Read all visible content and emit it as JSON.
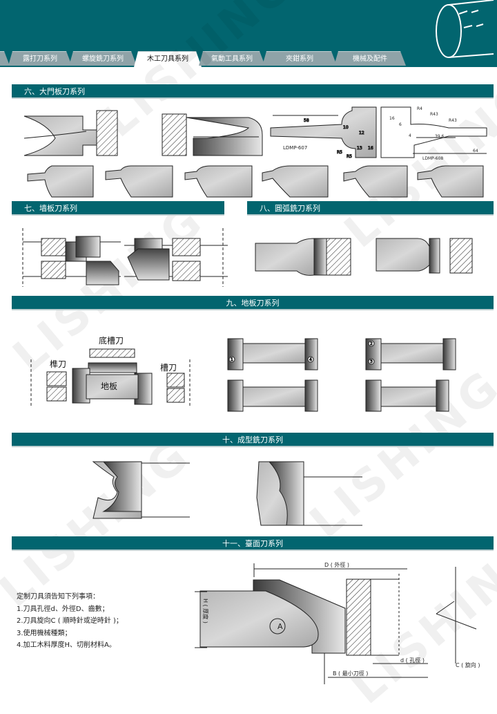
{
  "tabs": [
    {
      "label": "露打刀系列"
    },
    {
      "label": "螺旋銑刀系列"
    },
    {
      "label": "木工刀具系列",
      "active": true
    },
    {
      "label": "氣動工具系列"
    },
    {
      "label": "夾鉗系列"
    },
    {
      "label": "機械及配件"
    }
  ],
  "sections": {
    "s6": "六、大門板刀系列",
    "s7": "七、墙板刀系列",
    "s8": "八、圓弧銑刀系列",
    "s9": "九、地板刀系列",
    "s10": "十、成型銑刀系列",
    "s11": "十一、臺面刀系列"
  },
  "ldmp607": {
    "model": "LDMP-607",
    "dims": [
      "58",
      "10",
      "12",
      "13",
      "16",
      "R5",
      "R5"
    ]
  },
  "ldmp608": {
    "model": "LDMP-608",
    "dims": [
      "16",
      "6",
      "4",
      "R4",
      "R43",
      "R43",
      "39.6",
      "64"
    ]
  },
  "floor": {
    "bottom_groove": "底槽刀",
    "tenon": "榫刀",
    "groove": "槽刀",
    "board": "地板",
    "markers": [
      "1",
      "2",
      "3",
      "4"
    ]
  },
  "counter": {
    "D": "D ( 外徑 )",
    "H": "H ( 厚度 )",
    "d": "d ( 孔徑 )",
    "B": "B ( 最小刀徑 )",
    "C": "C ( 旋向 )",
    "A": "A"
  },
  "notes": {
    "title": "定制刀具須告知下列事項：",
    "items": [
      "1.刀具孔徑d、外徑D、齒數；",
      "2.刀具旋向C ( 順時針或逆時針 )；",
      "3.使用機械種類；",
      "4.加工木料厚度H、切削材料A。"
    ]
  },
  "watermark": "LISHING",
  "colors": {
    "brand": "#02656f",
    "tab": "#8fa3a8"
  }
}
